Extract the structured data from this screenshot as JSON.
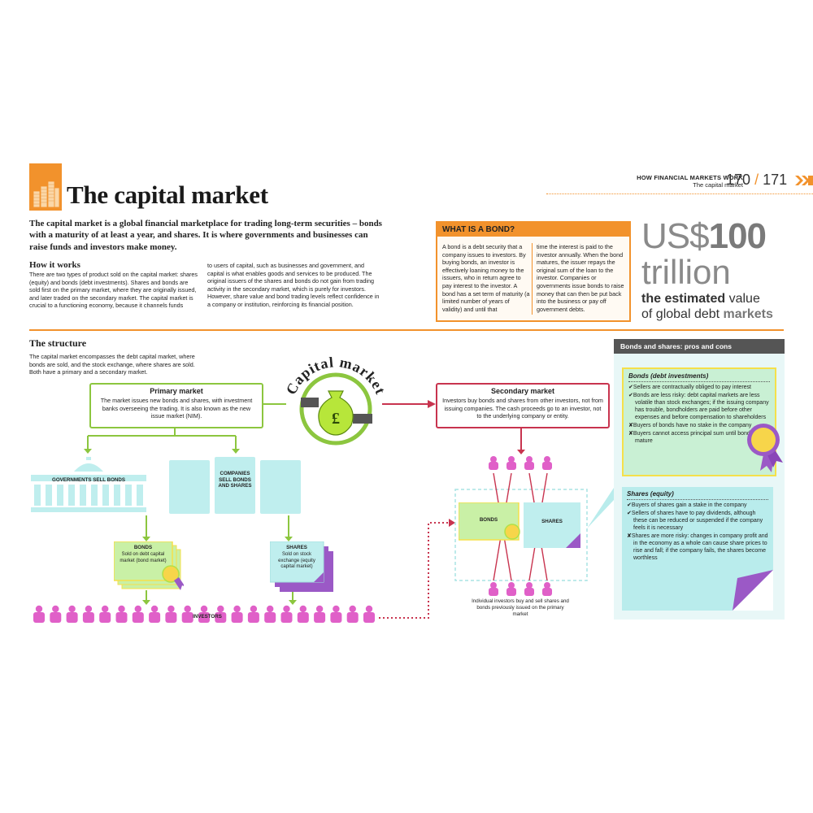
{
  "header": {
    "title": "The capital market",
    "section": "HOW FINANCIAL MARKETS WORK",
    "subsection": "The capital market",
    "page_left": "170",
    "page_sep": "/",
    "page_right": "171"
  },
  "intro": "The capital market is a global financial marketplace for trading long-term securities – bonds with a maturity of at least a year, and shares. It is where governments and businesses can raise funds and investors make money.",
  "how_it_works": {
    "heading": "How it works",
    "col1": "There are two types of product sold on the capital market: shares (equity) and bonds (debt investments). Shares and bonds are sold first on the primary market, where they are originally issued, and later traded on the secondary market. The capital market is crucial to a functioning economy, because it channels funds",
    "col2": "to users of capital, such as businesses and government, and capital is what enables goods and services to be produced. The original issuers of the shares and bonds do not gain from trading activity in the secondary market, which is purely for investors. However, share value and bond trading levels reflect confidence in a company or institution, reinforcing its financial position."
  },
  "bond_box": {
    "heading": "WHAT IS A BOND?",
    "col1": "A bond is a debt security that a company issues to investors. By buying bonds, an investor is effectively loaning money to the issuers, who in return agree to pay interest to the investor. A bond has a set term of maturity (a limited number of years of validity) and until that",
    "col2": "time the interest is paid to the investor annually. When the bond matures, the issuer repays the original sum of the loan to the investor. Companies or governments issue bonds to raise money that can then be put back into the business or pay off government debts."
  },
  "stat": {
    "prefix": "US$",
    "number": "100",
    "unit": "trillion",
    "desc_1": "the estimated ",
    "desc_2": "value",
    "desc_3": "of global debt ",
    "desc_4": "markets"
  },
  "structure": {
    "heading": "The structure",
    "text": "The capital market encompasses the debt capital market, where bonds are sold, and the stock exchange, where shares are sold. Both have a primary and a secondary market."
  },
  "capital_market_label": "Capital market",
  "pound_symbol": "£",
  "primary": {
    "title": "Primary market",
    "body": "The market issues new bonds and shares, with investment banks overseeing the trading. It is also known as the new issue market (NIM)."
  },
  "secondary": {
    "title": "Secondary market",
    "body": "Investors buy bonds and shares from other investors, not from issuing companies. The cash proceeds go to an investor, not to the underlying company or entity."
  },
  "governments_label": "GOVERNMENTS SELL BONDS",
  "companies_label": "COMPANIES SELL BONDS AND SHARES",
  "bonds_doc": {
    "title": "BONDS",
    "body": "Sold on debt capital market (bond market)"
  },
  "shares_doc": {
    "title": "SHARES",
    "body": "Sold on stock exchange (equity capital market)"
  },
  "investors_label": "INVESTORS",
  "sec_bonds_label": "BONDS",
  "sec_shares_label": "SHARES",
  "sec_caption": "Individual investors buy and sell shares and bonds previously issued on the primary market",
  "pros_cons": {
    "heading": "Bonds and shares: pros and cons",
    "bonds_title": "Bonds (debt investments)",
    "bonds_items": [
      "✔Sellers are contractually obliged to pay interest",
      "✔Bonds are less risky: debt capital markets are less volatile than stock exchanges; if the issuing company has trouble, bondholders are paid before other expenses and before compensation to shareholders",
      "✘Buyers of bonds have no stake in the company",
      "✘Buyers cannot access principal sum until bonds mature"
    ],
    "shares_title": "Shares (equity)",
    "shares_items": [
      "✔Buyers of shares gain a stake in the company",
      "✔Sellers of shares have to pay dividends, although these can be reduced or suspended if the company feels it is necessary",
      "✘Shares are more risky: changes in company profit and in the economy as a whole can cause share prices to rise and fall; if the company fails, the shares become worthless"
    ]
  },
  "colors": {
    "accent_orange": "#f2922c",
    "green": "#8cc63f",
    "crimson": "#c8344f",
    "magenta": "#e060c8",
    "aqua": "#bfeeee",
    "lime": "#c9f0a6",
    "purple": "#9b59c6"
  }
}
